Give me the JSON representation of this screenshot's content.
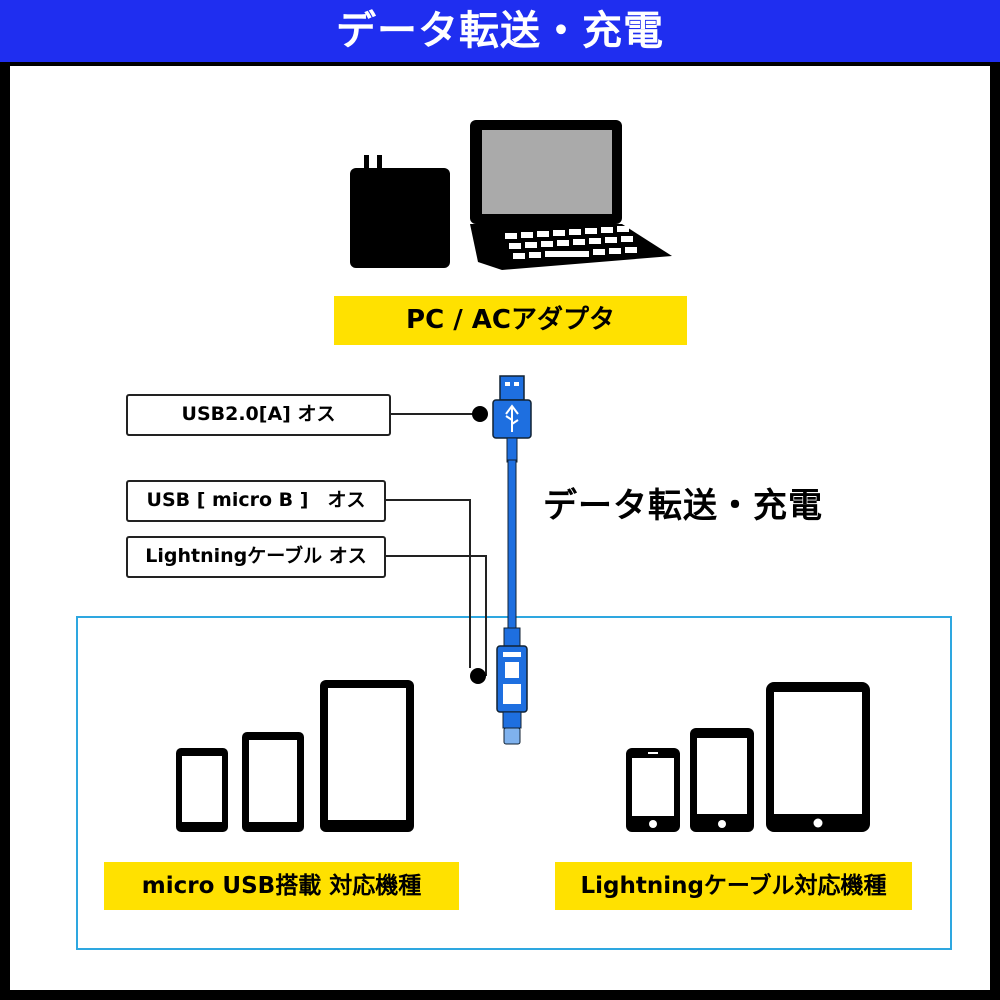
{
  "header": {
    "title": "データ転送・充電"
  },
  "source": {
    "label": "PC / ACアダプタ"
  },
  "connectors": {
    "usb_a": "USB2.0[A] オス",
    "micro_b": "USB [ micro B ]　オス",
    "lightning": "Lightningケーブル オス"
  },
  "function_label": "データ転送・充電",
  "devices": {
    "micro_usb": "micro USB搭載 対応機種",
    "lightning": "Lightningケーブル対応機種"
  },
  "colors": {
    "header_blue": "#1f2ef0",
    "cable_blue": "#1e6fe0",
    "highlight_yellow": "#ffe100",
    "frame_cyan": "#2ea7e0"
  }
}
